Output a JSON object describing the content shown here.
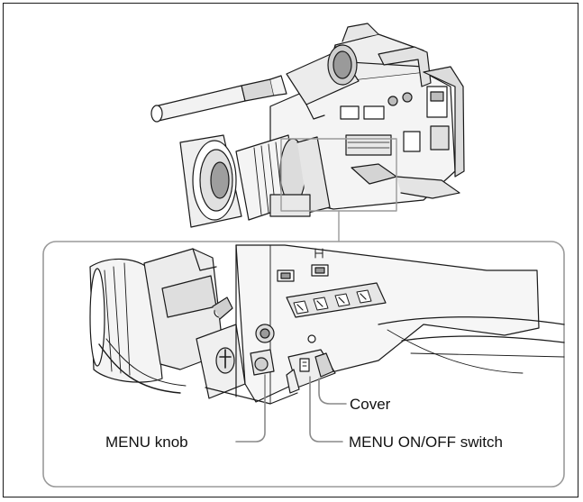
{
  "figure": {
    "type": "camera-callout-diagram",
    "subject": "camcorder"
  },
  "callouts": {
    "cover": "Cover",
    "menu_knob": "MENU knob",
    "menu_switch": "MENU ON/OFF switch"
  },
  "colors": {
    "line": "#1a1a1a",
    "leader": "#8a8a8a",
    "frame": "#1a1a1a",
    "detail_box": "#9a9a9a",
    "fill_light": "#f2f2f2",
    "fill_mid": "#d8d8d8",
    "fill_dark": "#8c8c8c"
  }
}
